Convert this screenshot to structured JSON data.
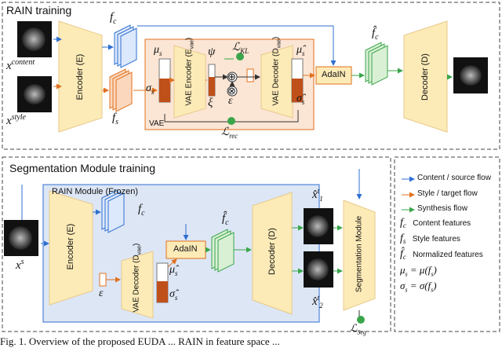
{
  "top_panel": {
    "title": "RAIN training",
    "encoder_label": "Encoder (E)",
    "decoder_label": "Decoder (D)",
    "adain_label": "AdaIN",
    "vae_encoder_label": "VAE Encoder (E",
    "vae_encoder_sub": "vae",
    "vae_decoder_label": "VAE Decoder (D",
    "vae_decoder_sub": "vae",
    "vae_box_label": "VAE",
    "x_content": "x",
    "x_content_sup": "content",
    "x_style": "x",
    "x_style_sup": "style",
    "f_c": "f",
    "f_c_sub": "c",
    "f_s": "f",
    "f_s_sub": "s",
    "f_c_hat": "f̂",
    "f_c_hat_sub": "c",
    "mu_s": "μ",
    "mu_s_sub": "s",
    "sigma_s": "σ",
    "sigma_s_sub": "s",
    "psi": "ψ",
    "xi": "ξ",
    "epsilon": "ε",
    "plus": "⊕",
    "times": "⊗",
    "loss_kl": "ℒ",
    "loss_kl_sub": "KL",
    "loss_rec": "ℒ",
    "loss_rec_sub": "rec",
    "mu_hat_s": "μ̂",
    "mu_hat_s_sub": "s",
    "sigma_hat_s": "σ̂",
    "sigma_hat_s_sub": "s"
  },
  "bottom_panel": {
    "title": "Segmentation Module training",
    "rain_frozen_label": "RAIN Module (Frozen)",
    "encoder_label": "Encoder (E)",
    "decoder_label": "Decoder (D)",
    "adain_label": "AdaIN",
    "vae_decoder_label": "VAE Decoder (D",
    "vae_decoder_sub": "vae",
    "seg_label": "Segmentation Module",
    "x_s": "x",
    "x_s_sup": "s",
    "f_c": "f",
    "f_c_sub": "c",
    "f_c_hat": "f̂",
    "f_c_hat_sub": "c",
    "epsilon": "ε",
    "mu_hat_s": "μ̂",
    "mu_hat_s_sub": "s",
    "sigma_hat_s": "σ̂",
    "sigma_hat_s_sub": "s",
    "x1_t": "x̂",
    "x1_t_sup": "t",
    "x1_t_sub": "1",
    "x2_t": "x̂",
    "x2_t_sup": "t",
    "x2_t_sub": "2",
    "loss_seg": "ℒ",
    "loss_seg_sub": "Seg"
  },
  "legend": {
    "content_flow": "Content / source flow",
    "style_flow": "Style / target flow",
    "synthesis_flow": "Synthesis flow",
    "fc_sym": "f",
    "fc_sub": "c",
    "fc_desc": "Content features",
    "fs_sym": "f",
    "fs_sub": "s",
    "fs_desc": "Style features",
    "fchat_sym": "f̂",
    "fchat_sub": "c",
    "fchat_desc": "Normalized features",
    "mu_eq": "μ",
    "mu_eq_sub": "s",
    "mu_eq_rhs": "= μ(f",
    "mu_eq_rhs_sub": "s",
    "sigma_eq": "σ",
    "sigma_eq_sub": "s",
    "sigma_eq_rhs": "= σ(f",
    "sigma_eq_rhs_sub": "s"
  },
  "caption": "Fig. 1. Overview of the proposed EUDA ... RAIN in feature space ... ",
  "colors": {
    "content": "#2f6fd0",
    "style": "#e0701e",
    "synthesis": "#3aa54a",
    "loss_dot": "#3aa54a",
    "encoder_fill": "#fdebb7",
    "vae_box": "#fbe5d4",
    "rain_box": "#dde6f5",
    "bar_dark": "#c0501a"
  }
}
